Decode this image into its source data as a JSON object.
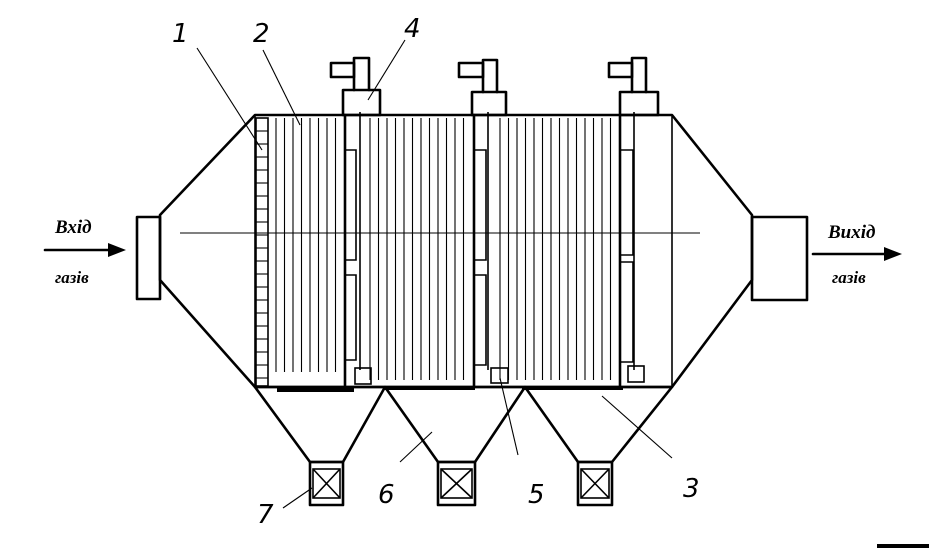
{
  "labels": {
    "inlet_line1": "Вхід",
    "inlet_line2": "газів",
    "outlet_line1": "Вихід",
    "outlet_line2": "газів"
  },
  "callouts": [
    "1",
    "2",
    "3",
    "4",
    "5",
    "6",
    "7"
  ]
}
